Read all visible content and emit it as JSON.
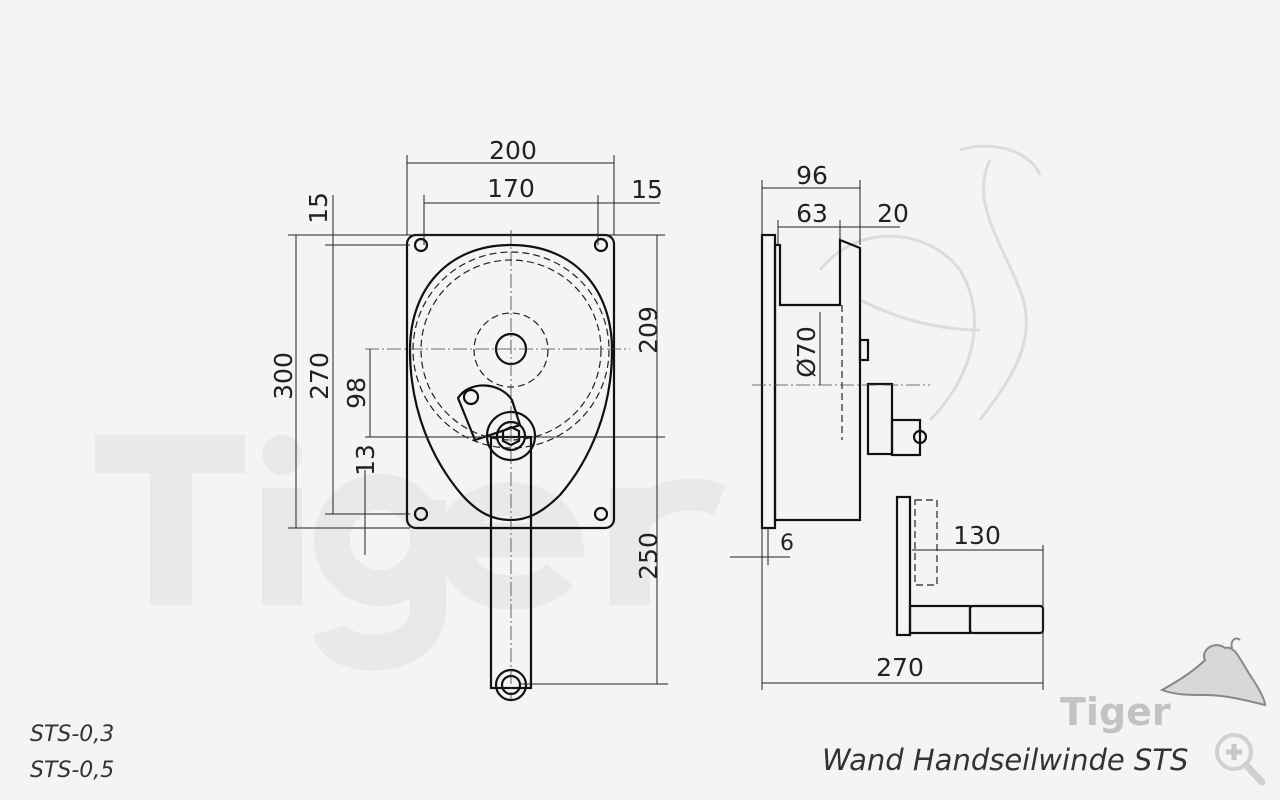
{
  "watermark": "Tiger",
  "logo": {
    "text": "Tiger"
  },
  "models": [
    "STS-0,3",
    "STS-0,5"
  ],
  "title": "Wand Handseilwinde STS",
  "zoom_icon": "magnifier-plus-icon",
  "front_view": {
    "dims": {
      "width_total": "200",
      "hole_spacing_h": "170",
      "edge_right": "15",
      "edge_top": "15",
      "height_total": "300",
      "hole_spacing_v": "270",
      "axis_offset": "98",
      "hole_bottom": "13",
      "top_to_crank": "209",
      "crank_length": "250"
    }
  },
  "side_view": {
    "dims": {
      "depth_total": "96",
      "drum_width": "63",
      "side_offset": "20",
      "drum_diameter": "Ø70",
      "flange": "6",
      "handle_offset": "130",
      "total_reach": "270"
    }
  },
  "colors": {
    "background": "#f4f4f4",
    "part_fill": "#c9c9c9",
    "line": "#111111"
  }
}
